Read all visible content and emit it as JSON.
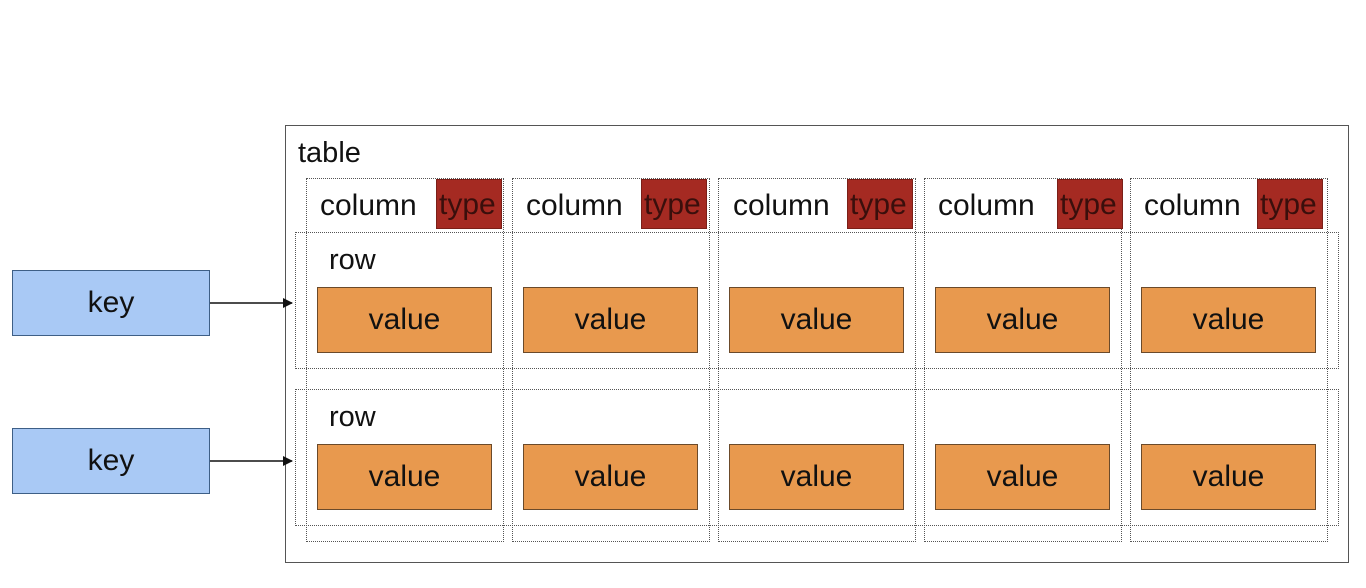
{
  "table": {
    "label": "table"
  },
  "columns": [
    {
      "label": "column",
      "type_label": "type"
    },
    {
      "label": "column",
      "type_label": "type"
    },
    {
      "label": "column",
      "type_label": "type"
    },
    {
      "label": "column",
      "type_label": "type"
    },
    {
      "label": "column",
      "type_label": "type"
    }
  ],
  "rows": [
    {
      "label": "row",
      "key": "key",
      "values": [
        "value",
        "value",
        "value",
        "value",
        "value"
      ]
    },
    {
      "label": "row",
      "key": "key",
      "values": [
        "value",
        "value",
        "value",
        "value",
        "value"
      ]
    }
  ],
  "colors": {
    "key_fill": "#a9c9f5",
    "value_fill": "#e8994e",
    "type_fill": "#a52a22"
  }
}
